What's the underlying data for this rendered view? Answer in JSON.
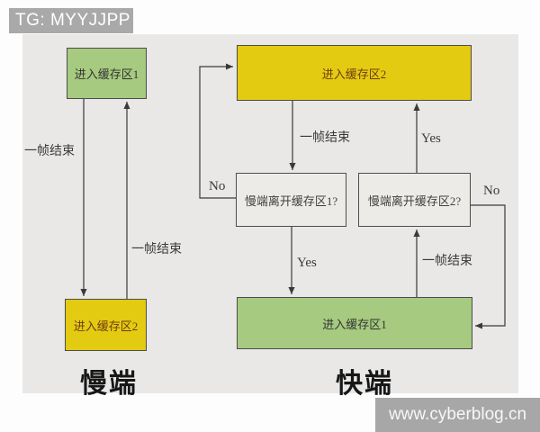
{
  "banner": {
    "text": "TG: MYYJJPP"
  },
  "watermark": {
    "text": "www.cyberblog.cn"
  },
  "colors": {
    "banner_bg": "#a9a9a9",
    "canvas_bg": "#e9e8e6",
    "box_yellow": "#e3cb12",
    "box_yellow_text": "#703a10",
    "box_green": "#a6ca7f",
    "decision_bg": "#ecebe8",
    "arrow_line": "#3a3a3a",
    "watermark_bg": "#a7a7a7",
    "watermark_text": "#f7f7f7"
  },
  "slow": {
    "title": "慢端",
    "enter_buffer1": "进入缓存区1",
    "enter_buffer2": "进入缓存区2",
    "frame_end_down": "一帧结束",
    "frame_end_up": "一帧结束"
  },
  "fast": {
    "title": "快端",
    "enter_buffer2": "进入缓存区2",
    "decision1": "慢端离开缓存区1?",
    "decision2": "慢端离开缓存区2?",
    "enter_buffer1": "进入缓存区1",
    "frame_end_top": "一帧结束",
    "yes_top": "Yes",
    "no_left": "No",
    "yes_bottom": "Yes",
    "frame_end_bottom": "一帧结束",
    "no_right": "No"
  }
}
